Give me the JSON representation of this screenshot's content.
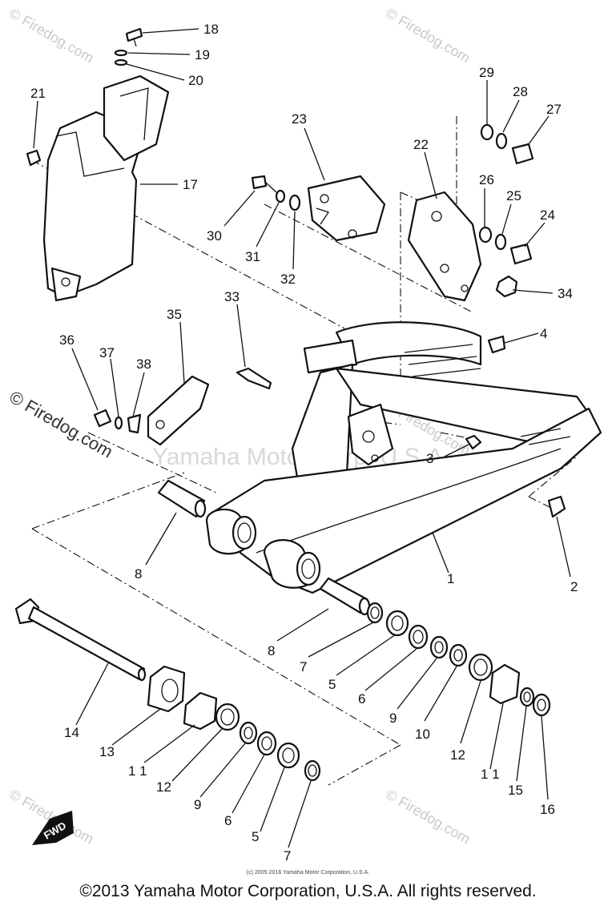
{
  "watermarks": {
    "site": "© Firedog.com",
    "center": "Yamaha Motor Corp. U.S.A."
  },
  "part_numbers": {
    "p1": "1",
    "p2": "2",
    "p3": "3",
    "p4": "4",
    "p5a": "5",
    "p5b": "5",
    "p6a": "6",
    "p6b": "6",
    "p7a": "7",
    "p7b": "7",
    "p8a": "8",
    "p8b": "8",
    "p9a": "9",
    "p9b": "9",
    "p10": "10",
    "p11a": "1 1",
    "p11b": "1 1",
    "p12a": "12",
    "p12b": "12",
    "p13": "13",
    "p14": "14",
    "p15": "15",
    "p16": "16",
    "p17": "17",
    "p18": "18",
    "p19": "19",
    "p20": "20",
    "p21": "21",
    "p22": "22",
    "p23": "23",
    "p24": "24",
    "p25": "25",
    "p26": "26",
    "p27": "27",
    "p28": "28",
    "p29": "29",
    "p30": "30",
    "p31": "31",
    "p32": "32",
    "p33": "33",
    "p34": "34",
    "p35": "35",
    "p36": "36",
    "p37": "37",
    "p38": "38"
  },
  "fwd_label": "FWD",
  "footer": {
    "small_credit": "(c) 2005-2016 Yamaha Motor Corporation, U.S.A.",
    "copyright": "©2013 Yamaha Motor Corporation, U.S.A. All rights reserved."
  },
  "colors": {
    "line": "#111111",
    "watermark": "#c9c9c9",
    "background": "#ffffff"
  }
}
